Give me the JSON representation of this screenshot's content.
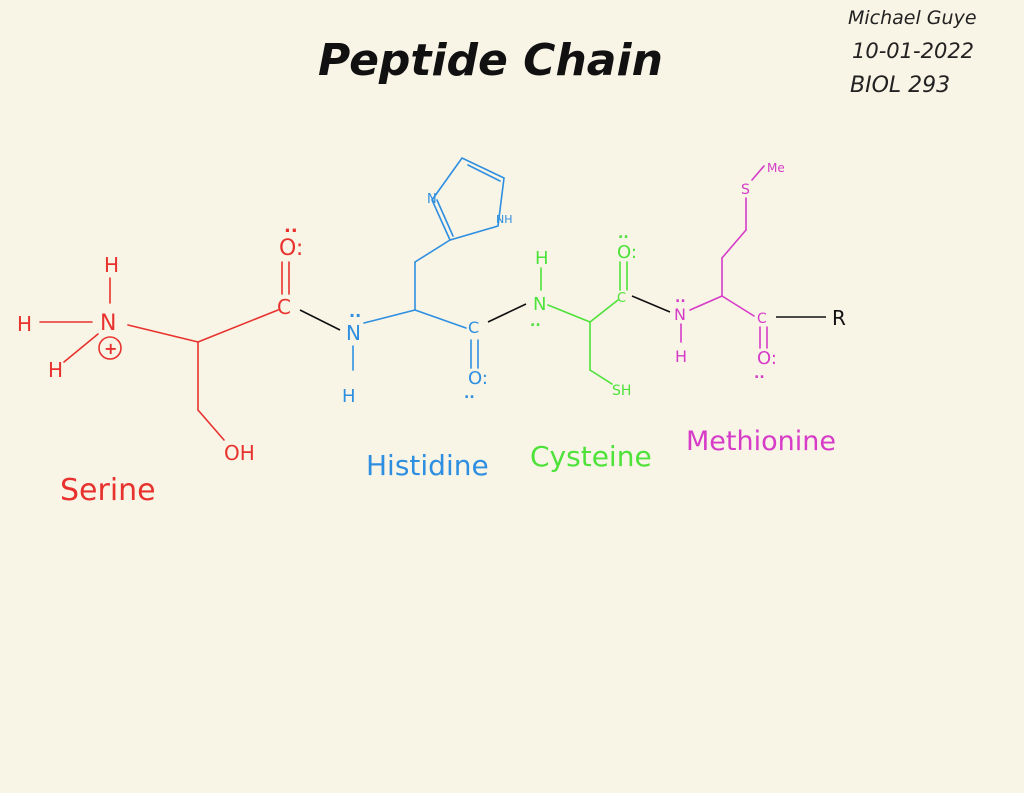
{
  "title": "Peptide Chain",
  "author": {
    "name": "Michael Guye",
    "date": "10-01-2022",
    "course": "BIOL 293"
  },
  "colors": {
    "background": "#f8f4e6",
    "ink": "#111111",
    "serine": "#e8322e",
    "histidine": "#2e8fe0",
    "cysteine": "#4ee23a",
    "methionine": "#d63cc8"
  },
  "residues": {
    "serine": {
      "name": "Serine",
      "atoms": {
        "n": "N",
        "h_top": "H",
        "h_left": "H",
        "h_bottom": "H",
        "charge": "+",
        "carbonyl_c": "C",
        "carbonyl_o": "O:",
        "lone_pair": "..",
        "side_chain": "OH"
      }
    },
    "histidine": {
      "name": "Histidine",
      "atoms": {
        "n": "N",
        "h": "H",
        "lone_pair": "..",
        "carbonyl_c": "C",
        "carbonyl_o": "O:",
        "ring_n": "N",
        "ring_nh": "NH"
      }
    },
    "cysteine": {
      "name": "Cysteine",
      "atoms": {
        "n": "N",
        "h": "H",
        "lone_pair": "..",
        "carbonyl_c": "C",
        "carbonyl_o": "O:",
        "side_chain": "SH"
      }
    },
    "methionine": {
      "name": "Methionine",
      "atoms": {
        "n": "N",
        "h": "H",
        "lone_pair": "..",
        "carbonyl_c": "C",
        "carbonyl_o": "O:",
        "sulfur": "S",
        "methyl": "Me"
      }
    }
  },
  "terminal_group": "R"
}
